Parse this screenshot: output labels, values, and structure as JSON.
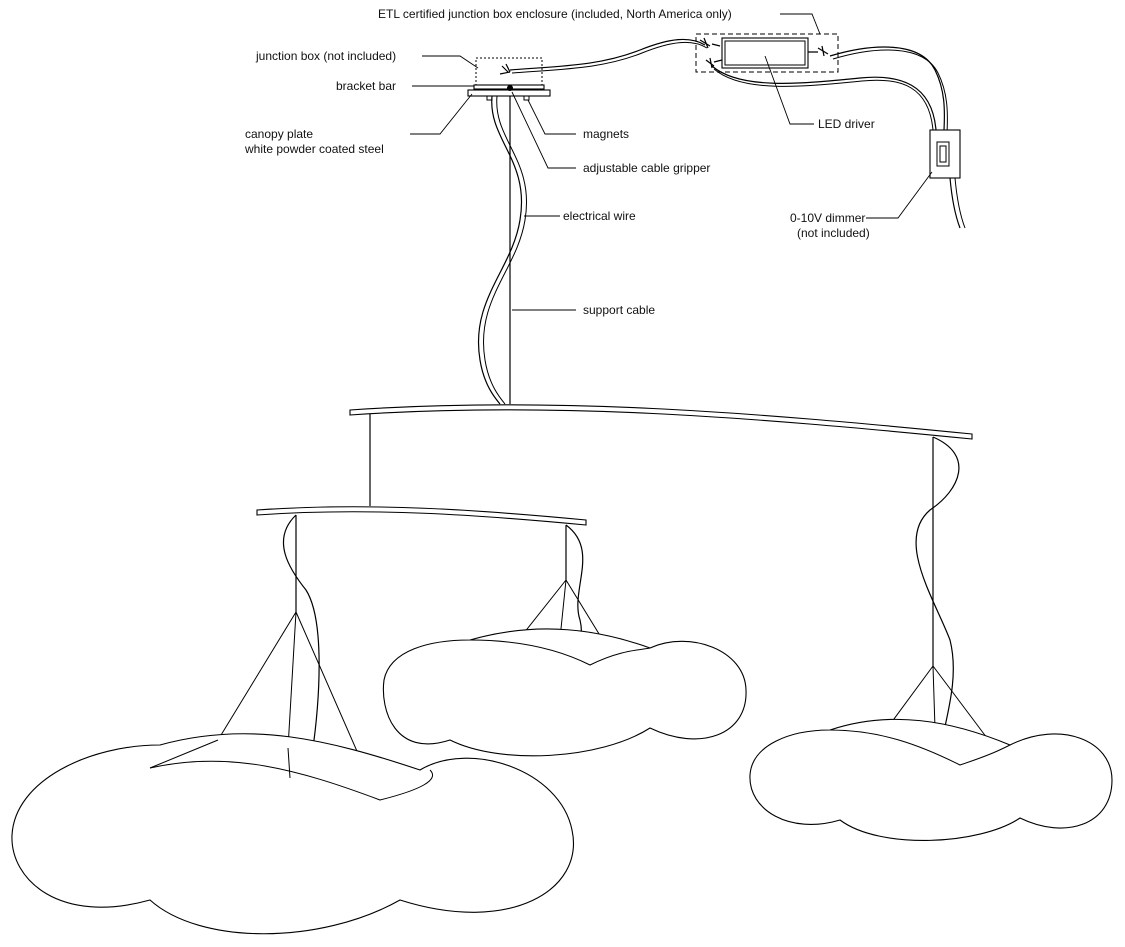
{
  "labels": {
    "etl_enclosure": "ETL certified junction box enclosure (included, North America only)",
    "junction_box": "junction box (not included)",
    "bracket_bar": "bracket bar",
    "canopy_plate_1": "canopy plate",
    "canopy_plate_2": "white powder coated steel",
    "magnets": "magnets",
    "cable_gripper": "adjustable cable gripper",
    "led_driver": "LED driver",
    "dimmer_1": "0-10V dimmer",
    "dimmer_2": "(not included)",
    "electrical_wire": "electrical wire",
    "support_cable": "support cable"
  }
}
